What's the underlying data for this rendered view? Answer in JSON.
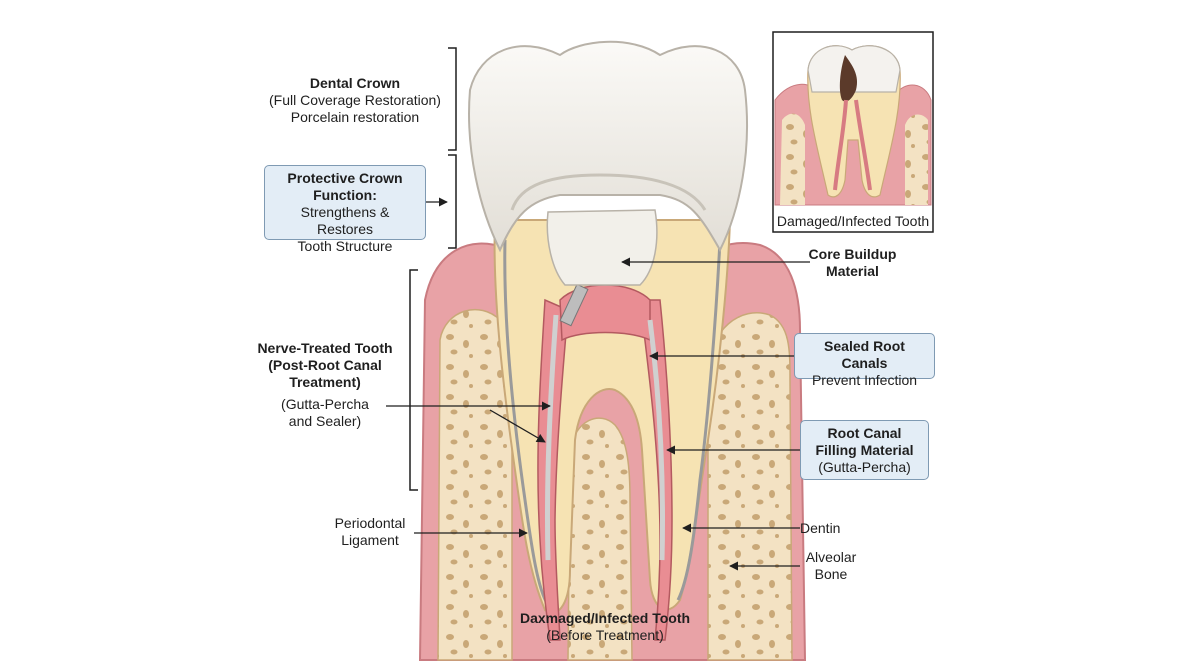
{
  "labels": {
    "crown": {
      "title": "Dental Crown",
      "line2": "(Full Coverage Restoration)",
      "line3": "Porcelain restoration"
    },
    "protective": {
      "title1": "Protective Crown",
      "title2": "Function:",
      "line3": "Strengthens & Restores",
      "line4": "Tooth Structure"
    },
    "nerve": {
      "title1": "Nerve-Treated Tooth",
      "title2": "(Post-Root Canal",
      "title3": "Treatment)",
      "line4": "(Gutta-Percha",
      "line5": "and Sealer)"
    },
    "periodontal": {
      "line1": "Periodontal",
      "line2": "Ligament"
    },
    "bottom": {
      "title": "Daxmaged/Infected Tooth",
      "line2": "(Before Treatment)"
    },
    "core": {
      "title1": "Core Buildup",
      "title2": "Material"
    },
    "sealed": {
      "title": "Sealed Root Canals",
      "line2": "Prevent Infection"
    },
    "filling": {
      "title1": "Root Canal",
      "title2": "Filling Material",
      "line3": "(Gutta-Percha)"
    },
    "dentin": "Dentin",
    "bone": {
      "line1": "Alveolar",
      "line2": "Bone"
    },
    "inset": "Damaged/Infected Tooth"
  },
  "colors": {
    "gum": "#e8a2a6",
    "bone": "#f3e2c3",
    "dentin": "#f6e3b3",
    "enamel": "#f4f2ee",
    "pulp": "#e98d93",
    "box_fill": "#e3edf6",
    "box_border": "#7f9ab3"
  }
}
